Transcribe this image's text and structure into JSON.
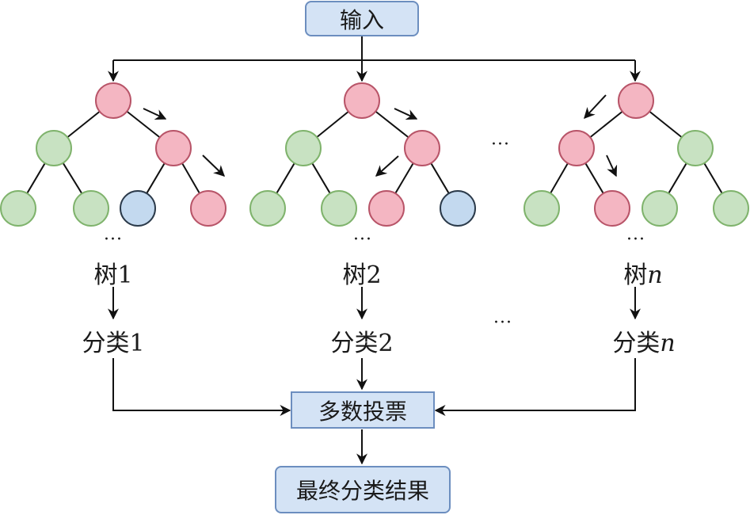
{
  "input_label": "输入",
  "vote_label": "多数投票",
  "result_label": "最终分类结果",
  "ellipsis": "···",
  "colors": {
    "red_fill": "#f4b6c2",
    "red_stroke": "#b85468",
    "green_fill": "#c8e2c2",
    "green_stroke": "#7fb36c",
    "blue_fill": "#c3d9ef",
    "blue_stroke": "#2b3a4a",
    "box_fill": "#d4e3f5",
    "box_stroke": "#6c8ebf"
  },
  "trees": [
    {
      "name": "树",
      "index": "1",
      "index_italic": false,
      "class_name": "分类",
      "class_index": "1",
      "nodes": [
        "red",
        "green",
        "red",
        "green",
        "green",
        "blue",
        "red"
      ],
      "path_arrows": [
        "root-right",
        "right-right"
      ]
    },
    {
      "name": "树",
      "index": "2",
      "index_italic": false,
      "class_name": "分类",
      "class_index": "2",
      "nodes": [
        "red",
        "green",
        "red",
        "green",
        "green",
        "red",
        "blue"
      ],
      "path_arrows": [
        "root-right",
        "right-left"
      ]
    },
    {
      "name": "树",
      "index": "n",
      "index_italic": true,
      "class_name": "分类",
      "class_index": "n",
      "nodes": [
        "red",
        "red",
        "green",
        "green",
        "red",
        "green",
        "green"
      ],
      "path_arrows": [
        "root-left",
        "left-right"
      ]
    }
  ]
}
